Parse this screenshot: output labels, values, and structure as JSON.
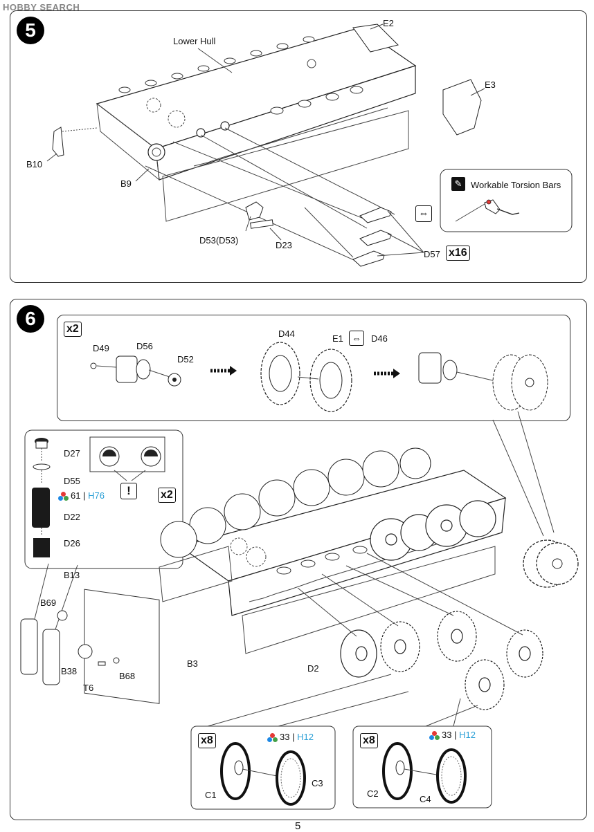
{
  "watermark": "HOBBY SEARCH",
  "page_number": "5",
  "step5": {
    "number": "5",
    "labels": {
      "lower_hull": "Lower Hull",
      "e2": "E2",
      "e3": "E3",
      "b10": "B10",
      "b9": "B9",
      "d53": "D53(D53)",
      "d23": "D23",
      "d57": "D57"
    },
    "multiplier": "x16",
    "torsion_callout": "Workable Torsion Bars"
  },
  "step6": {
    "number": "6",
    "sprocket_box": {
      "multiplier": "x2",
      "labels": {
        "d49": "D49",
        "d56": "D56",
        "d52": "D52",
        "d44": "D44",
        "e1": "E1",
        "d46": "D46"
      }
    },
    "damper_box": {
      "multiplier": "x2",
      "labels": {
        "d27": "D27",
        "d55": "D55",
        "d22": "D22",
        "d26": "D26"
      },
      "paint_code": "61",
      "paint_ref": "H76",
      "caution": "!"
    },
    "main_labels": {
      "b13": "B13",
      "b69": "B69",
      "b38": "B38",
      "t6": "T6",
      "b68": "B68",
      "b3": "B3",
      "d2": "D2"
    },
    "wheel_box_left": {
      "multiplier": "x8",
      "paint_code": "33",
      "paint_ref": "H12",
      "labels": {
        "c1": "C1",
        "c3": "C3"
      }
    },
    "wheel_box_right": {
      "multiplier": "x8",
      "paint_code": "33",
      "paint_ref": "H12",
      "labels": {
        "c2": "C2",
        "c4": "C4"
      }
    }
  },
  "colors": {
    "paint_red": "#e53935",
    "paint_green": "#43a047",
    "paint_blue": "#1e88e5",
    "ref_blue": "#2a9fd6"
  },
  "icons": [
    "pen-icon",
    "arrow-icon",
    "caution-icon",
    "paint-dots-icon"
  ]
}
